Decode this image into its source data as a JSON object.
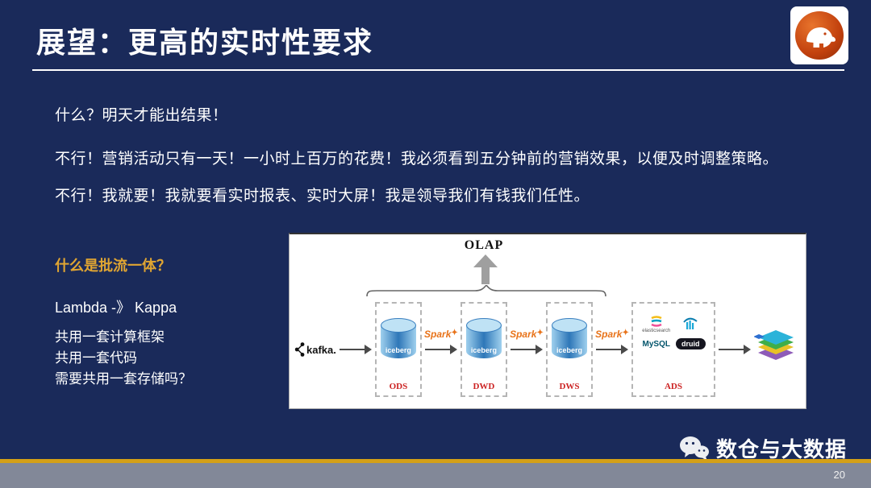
{
  "slide": {
    "title": "展望：更高的实时性要求"
  },
  "body": {
    "line1": "什么？明天才能出结果！",
    "line2": "不行！营销活动只有一天！一小时上百万的花费！我必须看到五分钟前的营销效果，以便及时调整策略。",
    "line3": "不行！我就要！我就要看实时报表、实时大屏！我是领导我们有钱我们任性。"
  },
  "left_panel": {
    "heading": "什么是批流一体？",
    "lambda_line": "Lambda -》 Kappa",
    "point1": "共用一套计算框架",
    "point2": "共用一套代码",
    "point3": "需要共用一套存储吗？"
  },
  "diagram": {
    "olap_label": "OLAP",
    "kafka_label": "kafka.",
    "spark_label": "Spark",
    "iceberg_label": "iceberg",
    "stages": [
      {
        "label": "ODS"
      },
      {
        "label": "DWD"
      },
      {
        "label": "DWS"
      },
      {
        "label": "ADS"
      }
    ],
    "ads_tools": {
      "elasticsearch_label": "elasticsearch",
      "mysql_label": "MySQL",
      "druid_label": "druid"
    }
  },
  "icons": {
    "spark_star": "✦"
  },
  "footer": {
    "account_name": "数仓与大数据",
    "page_number": "20"
  },
  "colors": {
    "background": "#1a2a5a",
    "accent_yellow": "#d4a017",
    "heading_yellow": "#e0a532",
    "stage_label_red": "#cc2222"
  }
}
